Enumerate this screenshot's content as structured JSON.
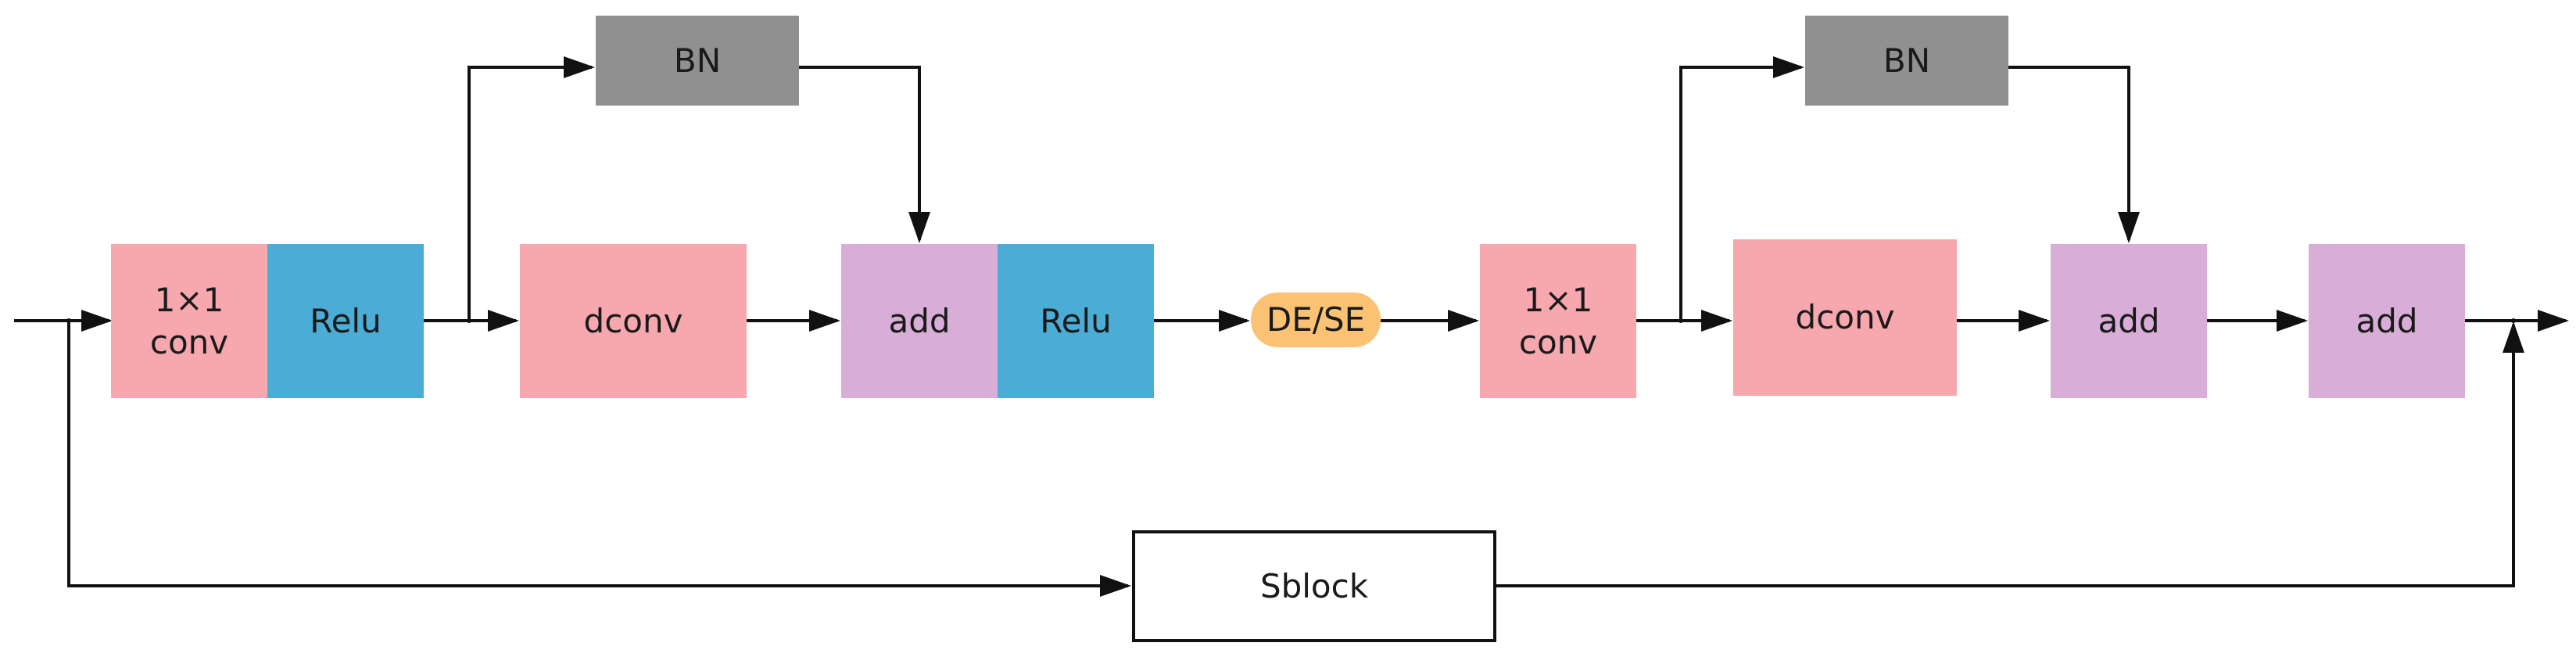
{
  "diagram": {
    "colors": {
      "conv": "#f7a7ae",
      "relu": "#4badd6",
      "add": "#d8aed8",
      "bn": "#909090",
      "dese": "#fcc273",
      "sblock": "#ffffff",
      "line": "#111111"
    },
    "nodes": [
      {
        "id": "conv1",
        "label": "1×1\nconv",
        "kind": "conv"
      },
      {
        "id": "relu1",
        "label": "Relu",
        "kind": "relu"
      },
      {
        "id": "bn1",
        "label": "BN",
        "kind": "bn"
      },
      {
        "id": "dconv1",
        "label": "dconv",
        "kind": "conv"
      },
      {
        "id": "add1",
        "label": "add",
        "kind": "add"
      },
      {
        "id": "relu2",
        "label": "Relu",
        "kind": "relu"
      },
      {
        "id": "dese",
        "label": "DE/SE",
        "kind": "dese"
      },
      {
        "id": "conv2",
        "label": "1×1\nconv",
        "kind": "conv"
      },
      {
        "id": "bn2",
        "label": "BN",
        "kind": "bn"
      },
      {
        "id": "dconv2",
        "label": "dconv",
        "kind": "conv"
      },
      {
        "id": "add2",
        "label": "add",
        "kind": "add"
      },
      {
        "id": "add3",
        "label": "add",
        "kind": "add"
      },
      {
        "id": "sblock",
        "label": "Sblock",
        "kind": "sblock"
      }
    ],
    "edges": [
      {
        "id": "input-to-conv1",
        "from": "input",
        "to": "conv1"
      },
      {
        "id": "relu1-to-dconv1",
        "from": "relu1",
        "to": "dconv1"
      },
      {
        "id": "relu1-to-bn1",
        "from": "relu1",
        "to": "bn1"
      },
      {
        "id": "bn1-to-add1",
        "from": "bn1",
        "to": "add1"
      },
      {
        "id": "dconv1-to-add1",
        "from": "dconv1",
        "to": "add1"
      },
      {
        "id": "relu2-to-dese",
        "from": "relu2",
        "to": "dese"
      },
      {
        "id": "dese-to-conv2",
        "from": "dese",
        "to": "conv2"
      },
      {
        "id": "conv2-to-dconv2",
        "from": "conv2",
        "to": "dconv2"
      },
      {
        "id": "conv2-to-bn2",
        "from": "conv2",
        "to": "bn2"
      },
      {
        "id": "bn2-to-add2",
        "from": "bn2",
        "to": "add2"
      },
      {
        "id": "dconv2-to-add2",
        "from": "dconv2",
        "to": "add2"
      },
      {
        "id": "add2-to-add3",
        "from": "add2",
        "to": "add3"
      },
      {
        "id": "add3-to-output",
        "from": "add3",
        "to": "output"
      },
      {
        "id": "input-to-sblock",
        "from": "input",
        "to": "sblock"
      },
      {
        "id": "sblock-to-output",
        "from": "sblock",
        "to": "output"
      }
    ]
  }
}
